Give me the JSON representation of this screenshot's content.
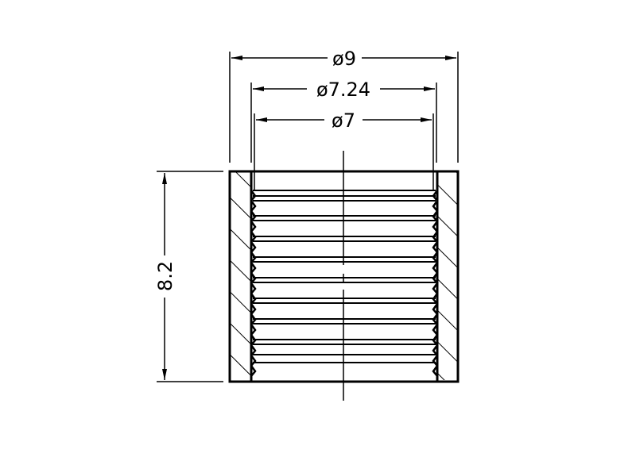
{
  "drawing": {
    "dimensions": {
      "outer_diameter": "ø9",
      "thread_diameter": "ø7.24",
      "inner_diameter": "ø7",
      "height": "8.2"
    },
    "line_color": "#000000",
    "background_color": "#ffffff"
  }
}
